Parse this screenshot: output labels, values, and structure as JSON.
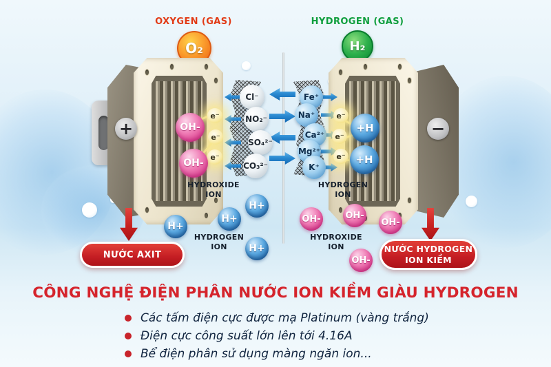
{
  "colors": {
    "oxygen_label": "#e23a15",
    "hydrogen_label": "#0f9e3d",
    "title_red": "#d5242c",
    "banner_red": "#c41d23",
    "arrow_blue": "#2a8ad2",
    "hydroxide_pink": "#d0267e",
    "hydrogen_blue": "#14599d",
    "electron_yellow": "#efd766"
  },
  "gases": {
    "oxygen": {
      "label": "OXYGEN (GAS)",
      "formula": "O₂"
    },
    "hydrogen": {
      "label": "HYDROGEN (GAS)",
      "formula": "H₂"
    }
  },
  "electrodes": {
    "left_polarity": "+",
    "right_polarity": "−"
  },
  "membranes": {
    "left_ions": [
      "Cl⁻",
      "NO₂⁻",
      "SO₄²⁻",
      "CO₃²⁻"
    ],
    "right_ions": [
      "Fe⁺",
      "Na⁺",
      "Ca²⁺",
      "Mg²⁺",
      "K⁺"
    ]
  },
  "particles": {
    "electron": "e⁻",
    "hydroxide": "OH-",
    "hydrogen_attached": "+H",
    "hydrogen_free": "H+"
  },
  "captions": {
    "left_mid": {
      "line1": "HYDROXIDE",
      "line2": "ION"
    },
    "right_mid": {
      "line1": "HYDROGEN",
      "line2": "ION"
    },
    "left_bottom": {
      "line1": "HYDROGEN",
      "line2": "ION"
    },
    "right_bottom": {
      "line1": "HYDROXIDE",
      "line2": "ION"
    }
  },
  "banners": {
    "left": {
      "text": "NƯỚC AXIT"
    },
    "right": {
      "line1": "NƯỚC HYDROGEN",
      "line2": "ION KIỀM"
    }
  },
  "title": "CÔNG NGHỆ ĐIỆN PHÂN NƯỚC ION KIỀM GIÀU HYDROGEN",
  "bullets": [
    "Các tấm điện cực được mạ Platinum (vàng trắng)",
    "Điện cực công suất lớn lên tới 4.16A",
    "Bể điện phân sử dụng màng ngăn ion..."
  ]
}
